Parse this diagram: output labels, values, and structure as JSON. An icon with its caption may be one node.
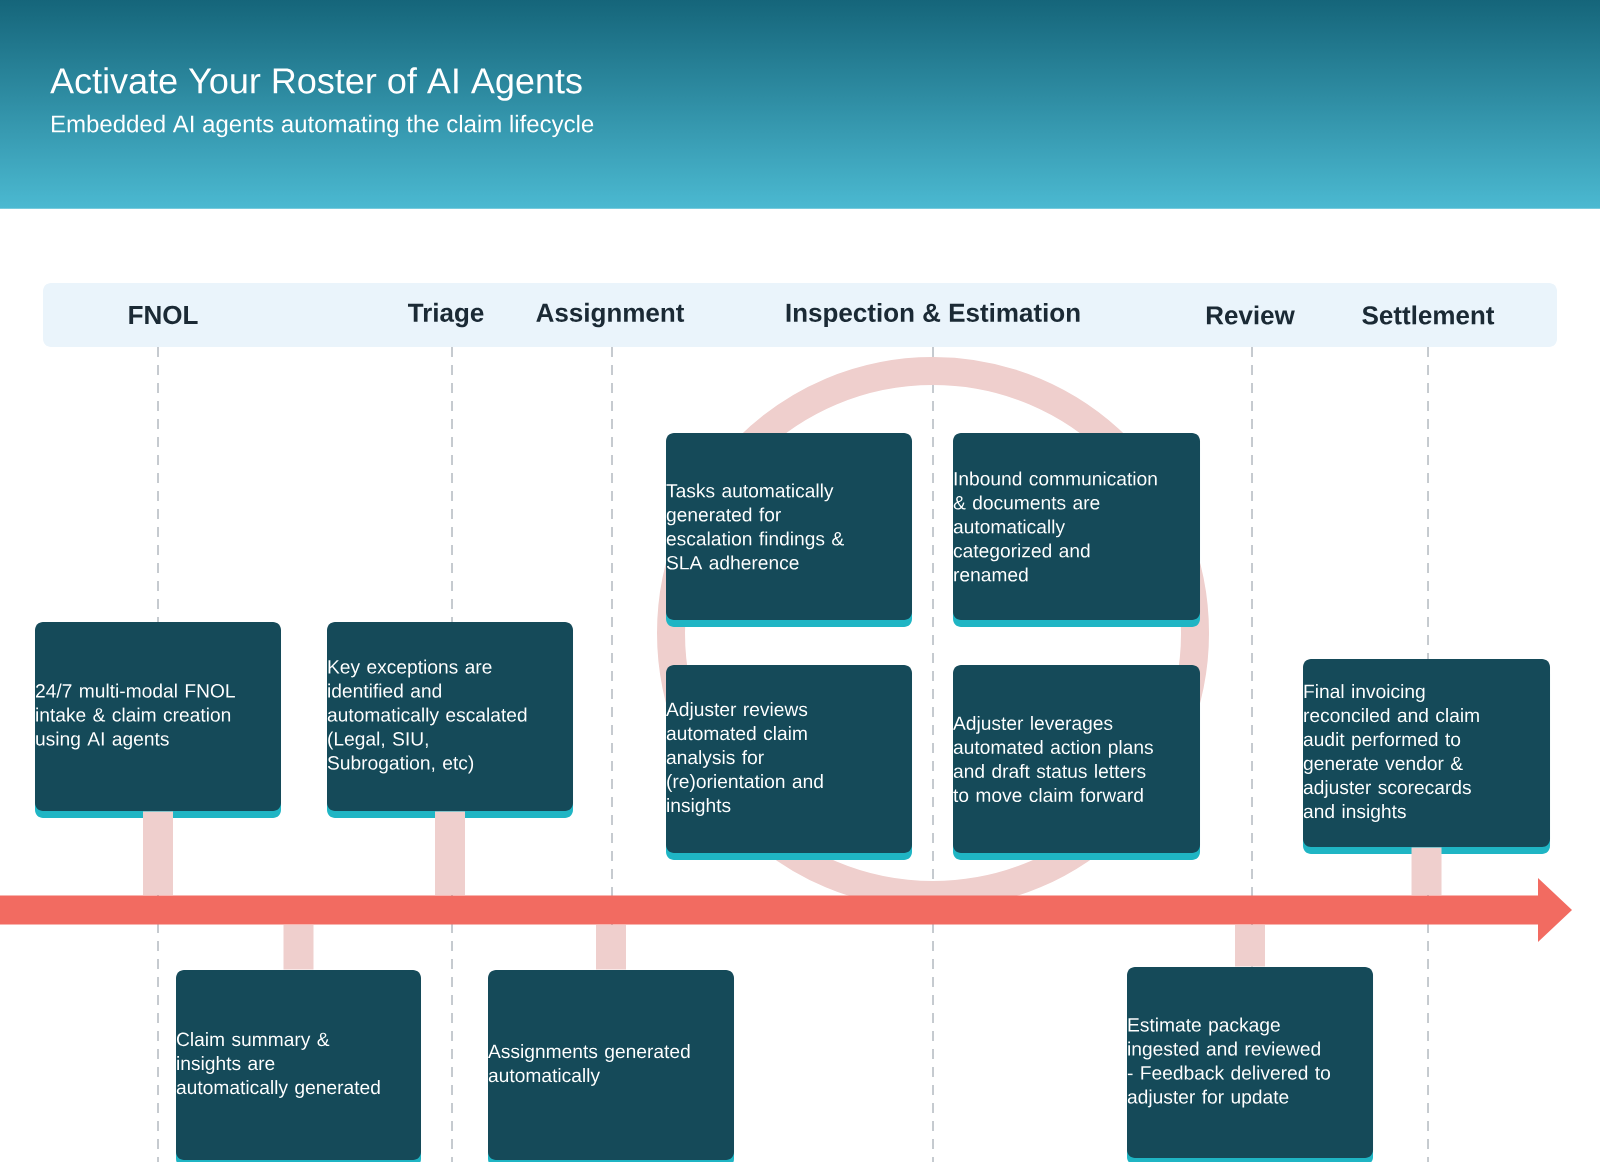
{
  "diagram": {
    "title": "Activate Your Roster of AI Agents",
    "nodes": [
      {
        "text": [
          "24/7 multi-modal FNOL intake & claim creation using AI agents"
        ]
      },
      {
        "text": [
          "Key exceptions are identified and automatically escalated (Legal, SIU, Subrogation, etc)"
        ]
      },
      {
        "text": [
          "Tasks automatically generated for escalation findings & SLA adherence"
        ]
      },
      {
        "text": [
          "Inbound communication & documents are automatically categorized and renamed"
        ]
      },
      {
        "text": [
          "Adjuster reviews automated claim analysis for (re)orientation and insights"
        ]
      },
      {
        "text": [
          "Adjuster leverages automated action plans and draft status letters to move claim forward"
        ]
      },
      {
        "text": [
          "Final invoicing reconciled and claim audit performed to generate vendor & adjuster scorecards and insights"
        ]
      },
      {
        "text": [
          "Claim summary & insights are automatically generated"
        ]
      },
      {
        "text": [
          "Assignments generated automatically"
        ]
      },
      {
        "text": [
          "Estimate package ingested and reviewed - Feedback delivered to adjuster for update"
        ]
      },
      {
        "text": [],
        "shape": "arrow"
      }
    ],
    "edges": [
      {
        "from": 0,
        "to": 10,
        "arrow": "none"
      },
      {
        "from": 7,
        "to": 10,
        "arrow": "none"
      },
      {
        "from": 1,
        "to": 10,
        "arrow": "none"
      },
      {
        "from": 8,
        "to": 10,
        "arrow": "none"
      },
      {
        "from": 9,
        "to": 10,
        "arrow": "none"
      },
      {
        "from": 6,
        "to": 10,
        "arrow": "none"
      }
    ],
    "labels": [
      "Embedded AI agents automating the claim lifecycle",
      "FNOL",
      "Triage",
      "Assignment",
      "Inspection & Estimation",
      "Review",
      "Settlement"
    ]
  }
}
